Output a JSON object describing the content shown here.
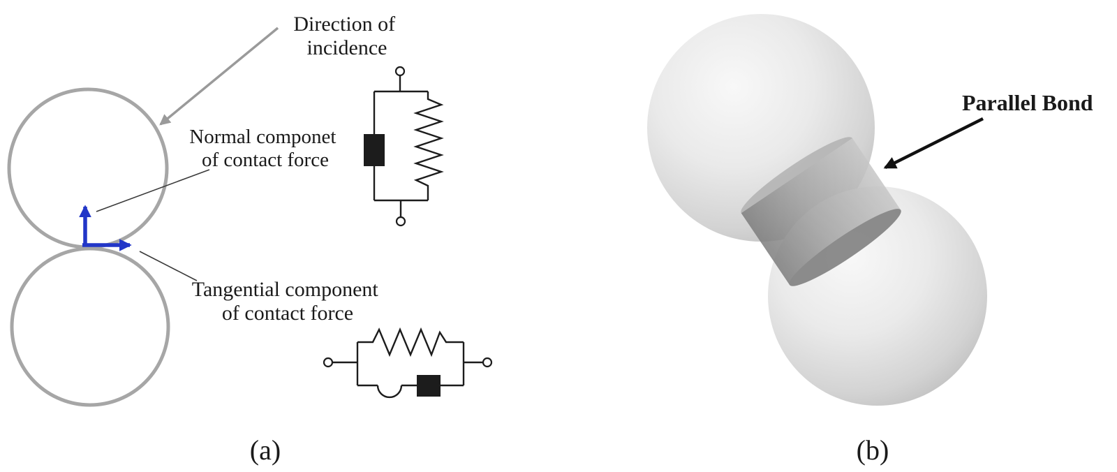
{
  "figure": {
    "background": "#ffffff",
    "description_visible_panels": [
      "a",
      "b"
    ]
  },
  "panel_a": {
    "caption": "(a)",
    "labels": {
      "direction_line1": "Direction of",
      "direction_line2": "incidence",
      "normal_line1": "Normal componet",
      "normal_line2": "of contact force",
      "tangential_line1": "Tangential component",
      "tangential_line2": "of contact force"
    }
  },
  "panel_b": {
    "caption": "(b)",
    "bond_label": "Parallel Bond"
  },
  "colors": {
    "particle-stroke": "#a6a6a6",
    "force-arrow": "#2236c8",
    "leader-line": "#3a3a3a",
    "incidence-arrow": "#9a9a9a",
    "circuit-stroke": "#1c1c1c",
    "text": "#1a1a1a"
  }
}
